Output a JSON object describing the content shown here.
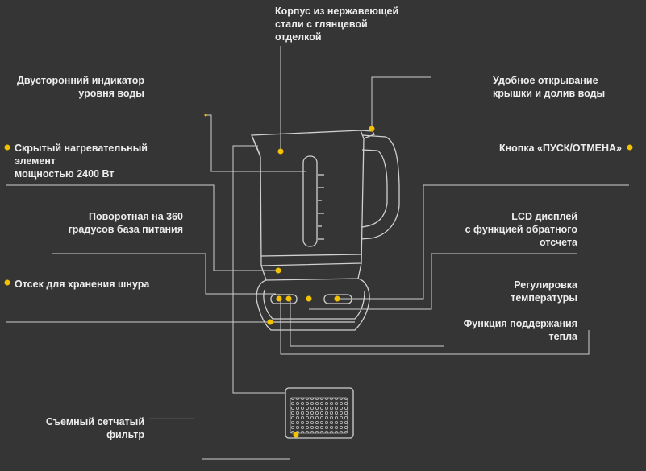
{
  "colors": {
    "background": "#353535",
    "text": "#ededed",
    "accent": "#f2c200",
    "outline": "#d0d0d0"
  },
  "callouts": {
    "body": [
      "Корпус из нержавеющей",
      "стали с глянцевой",
      "отделкой"
    ],
    "indicator": [
      "Двусторонний индикатор",
      "уровня воды"
    ],
    "lid": [
      "Удобное открывание",
      "крышки и долив воды"
    ],
    "heater": [
      "Скрытый нагревательный",
      "элемент",
      "мощностью 2400 Вт"
    ],
    "button": [
      "Кнопка «ПУСК/ОТМЕНА»"
    ],
    "base": [
      "Поворотная на 360",
      "градусов база питания"
    ],
    "lcd": [
      "LCD дисплей",
      "с функцией обратного",
      "отсчета"
    ],
    "cord": [
      "Отсек для хранения шнура"
    ],
    "temp": [
      "Регулировка",
      "температуры"
    ],
    "keepwarm": [
      "Функция поддержания",
      "тепла"
    ],
    "filter": [
      "Съемный сетчатый",
      "фильтр"
    ]
  }
}
